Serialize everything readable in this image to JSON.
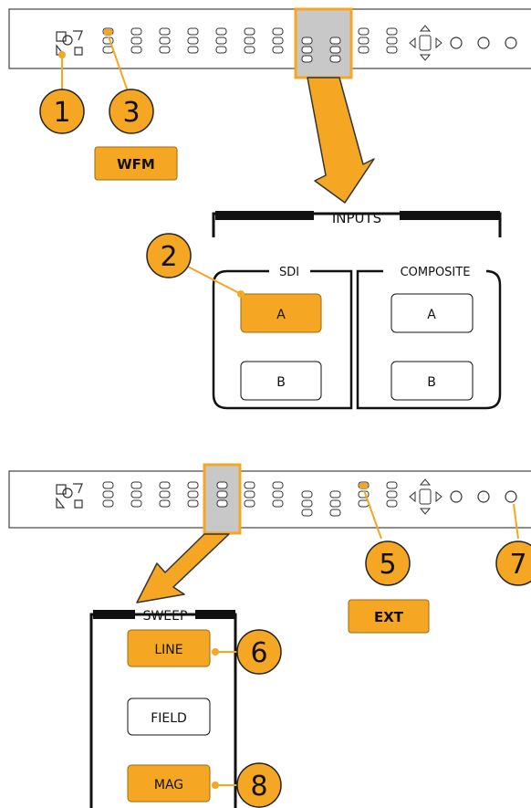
{
  "colors": {
    "accent": "#f5a623",
    "accent_stroke": "#9a6a12",
    "highlight": "#c8c8c8",
    "ink": "#111111"
  },
  "panel_top": {
    "callouts": [
      "1",
      "3"
    ],
    "button_label": "WFM"
  },
  "inputs": {
    "title": "INPUTS",
    "callout": "2",
    "sdi": {
      "title": "SDI",
      "buttons": [
        "A",
        "B"
      ]
    },
    "composite": {
      "title": "COMPOSITE",
      "buttons": [
        "A",
        "B"
      ]
    }
  },
  "panel_bottom": {
    "callouts": [
      "5",
      "7"
    ],
    "button_label": "EXT"
  },
  "sweep": {
    "title": "SWEEP",
    "buttons": [
      "LINE",
      "FIELD",
      "MAG"
    ],
    "callouts": [
      "6",
      "8"
    ]
  }
}
